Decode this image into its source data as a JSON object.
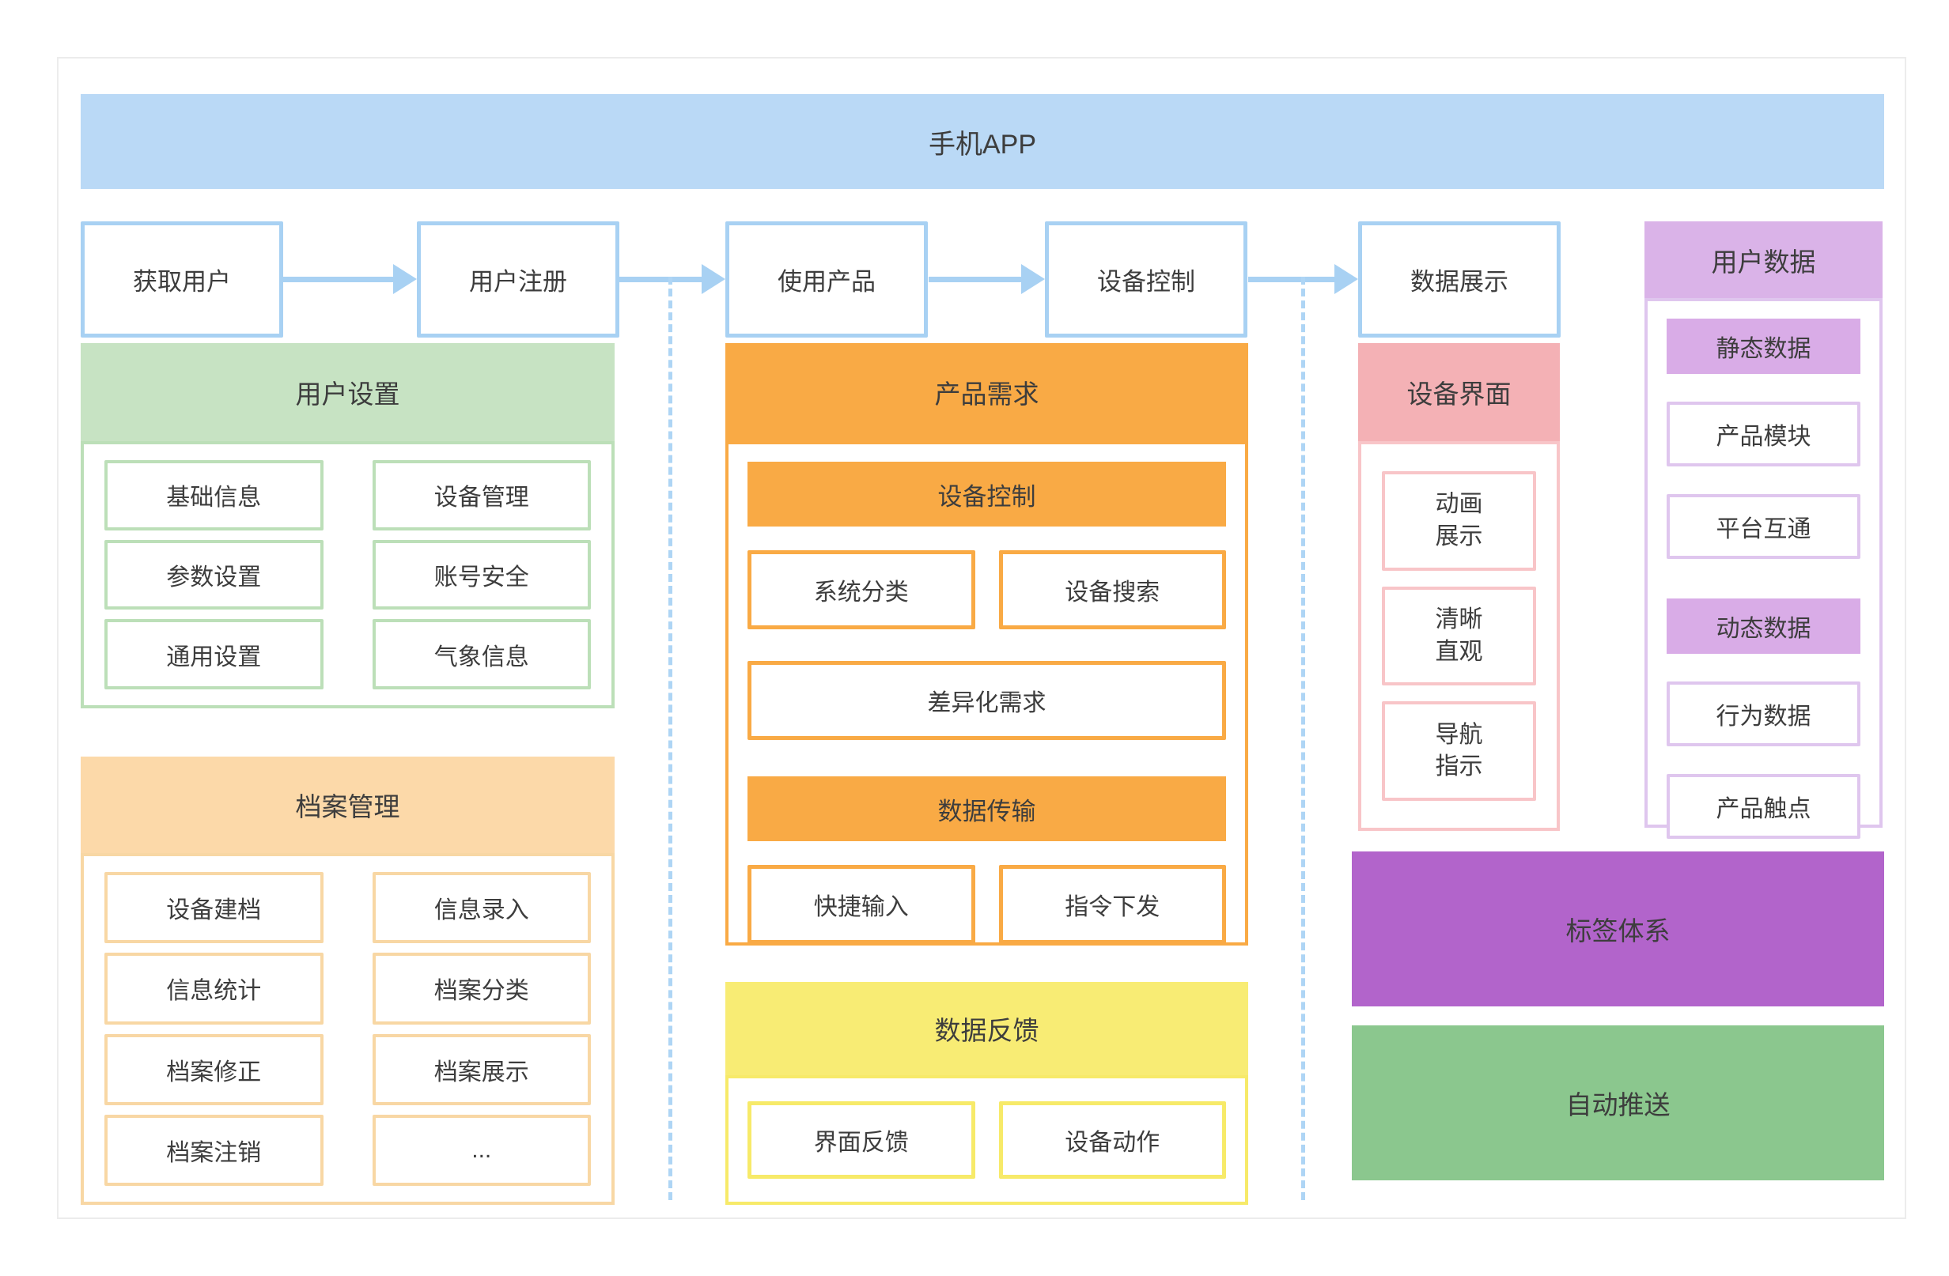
{
  "app_banner": {
    "title": "手机APP"
  },
  "flow_steps": [
    {
      "label": "获取用户"
    },
    {
      "label": "用户注册"
    },
    {
      "label": "使用产品"
    },
    {
      "label": "设备控制"
    },
    {
      "label": "数据展示"
    }
  ],
  "user_settings": {
    "title": "用户设置",
    "items": [
      "基础信息",
      "设备管理",
      "参数设置",
      "账号安全",
      "通用设置",
      "气象信息"
    ]
  },
  "archive_management": {
    "title": "档案管理",
    "items": [
      "设备建档",
      "信息录入",
      "信息统计",
      "档案分类",
      "档案修正",
      "档案展示",
      "档案注销",
      "..."
    ]
  },
  "product_requirements": {
    "title": "产品需求",
    "groups": [
      {
        "title": "设备控制",
        "items": [
          "系统分类",
          "设备搜索"
        ],
        "wide_item": "差异化需求"
      },
      {
        "title": "数据传输",
        "items": [
          "快捷输入",
          "指令下发"
        ]
      }
    ]
  },
  "data_feedback": {
    "title": "数据反馈",
    "items": [
      "界面反馈",
      "设备动作"
    ]
  },
  "device_interface": {
    "title": "设备界面",
    "items": [
      {
        "line1": "动画",
        "line2": "展示"
      },
      {
        "line1": "清晰",
        "line2": "直观"
      },
      {
        "line1": "导航",
        "line2": "指示"
      }
    ]
  },
  "user_data": {
    "title": "用户数据",
    "static_group": {
      "title": "静态数据",
      "items": [
        "产品模块",
        "平台互通"
      ]
    },
    "dynamic_group": {
      "title": "动态数据",
      "items": [
        "行为数据",
        "产品触点"
      ]
    }
  },
  "tag_system": {
    "title": "标签体系"
  },
  "auto_push": {
    "title": "自动推送"
  },
  "colors": {
    "banner_blue": "#bad9f6",
    "flow_border_blue": "#a8d1f3",
    "green": "#c7e3c3",
    "peach": "#fcd9a9",
    "orange": "#f9aa45",
    "yellow": "#f8ec74",
    "pink": "#f4b1b5",
    "light_purple": "#dab3e8",
    "deep_purple": "#b264cb",
    "push_green": "#8bc78e",
    "text": "#3d3d3d"
  }
}
